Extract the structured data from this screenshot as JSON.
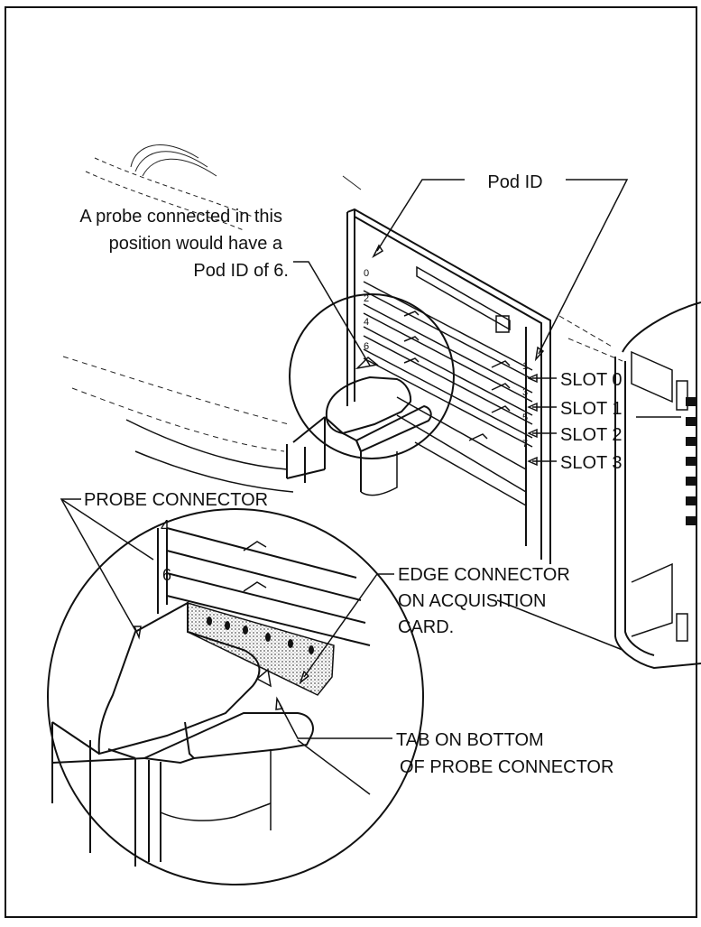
{
  "figure": {
    "pod_id_label": "Pod ID",
    "probe_note_lines": [
      "A probe connected in this",
      "position would have a",
      "Pod ID of 6."
    ],
    "slot_labels": [
      "SLOT 0",
      "SLOT 1",
      "SLOT 2",
      "SLOT 3"
    ],
    "pod_numbers_left": [
      "0",
      "2",
      "4",
      "6"
    ],
    "pod_numbers_right": [
      "1",
      "3",
      "5",
      "7"
    ],
    "probe_connector_label": "PROBE CONNECTOR",
    "detail_pod_numbers": [
      "4",
      "6"
    ],
    "edge_connector_lines": [
      "EDGE CONNECTOR",
      "ON ACQUISITION",
      "CARD."
    ],
    "tab_lines": [
      "TAB ON BOTTOM",
      "OF PROBE CONNECTOR"
    ]
  },
  "colors": {
    "ink": "#111111",
    "paper": "#ffffff",
    "shade": "#bdbdbd"
  }
}
